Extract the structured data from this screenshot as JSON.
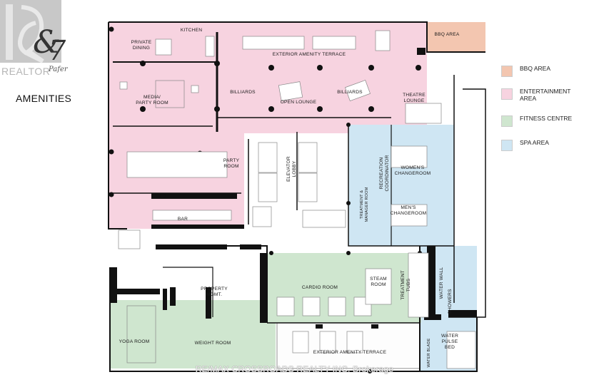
{
  "brand": {
    "realtor_text": "REALTOR",
    "logo_monogram": "&7",
    "logo_script": "Pafer",
    "heading": "AMENITIES"
  },
  "plan": {
    "labels": {
      "kitchen": "KITCHEN",
      "private_dining_1": "PRIVATE",
      "private_dining_2": "DINING",
      "bbq_area": "BBQ AREA",
      "exterior_terrace_top": "EXTERIOR AMENITY TERRACE",
      "media_1": "MEDIA/",
      "media_2": "PARTY ROOM",
      "billiards_left": "BILLIARDS",
      "billiards_right": "BILLIARDS",
      "open_lounge": "OPEN LOUNGE",
      "theatre_1": "THEATRE",
      "theatre_2": "LOUNGE",
      "party_room_1": "PARTY",
      "party_room_2": "ROOM",
      "bar": "BAR",
      "elevator_1": "ELEVATOR",
      "elevator_2": "LOBBY",
      "recreation_1": "RECREATION",
      "recreation_2": "COORDINATOR",
      "treatment_1": "TREATMENT &",
      "treatment_2": "MANAGER ROOM",
      "womens_1": "WOMEN'S",
      "womens_2": "CHANGEROOM",
      "mens_1": "MEN'S",
      "mens_2": "CHANGEROOM",
      "property_1": "PROPERTY",
      "property_2": "MGMT.",
      "cardio_room": "CARDIO ROOM",
      "steam_1": "STEAM",
      "steam_2": "ROOM",
      "treatment_tubs_1": "TREATMENT",
      "treatment_tubs_2": "TUBS",
      "water_wall": "WATER WALL",
      "showers": "SHOWERS",
      "yoga_room": "YOGA ROOM",
      "weight_room": "WEIGHT ROOM",
      "exterior_terrace_bottom": "EXTERIOR AMENITY TERRACE",
      "water_blade": "WATER BLADE",
      "water_pulse_1": "WATER",
      "water_pulse_2": "PULSE",
      "water_pulse_3": "BED"
    }
  },
  "legend": [
    {
      "label": "BBQ AREA",
      "color": "#f3c6b0"
    },
    {
      "label": "ENTERTAINMENT AREA",
      "color": "#f7d3e0"
    },
    {
      "label": "FITNESS CENTRE",
      "color": "#cfe6cf"
    },
    {
      "label": "SPA AREA",
      "color": "#cfe6f3"
    }
  ],
  "watermark": "RE/MAX CROSSROADS REALTY INC. Brokerage"
}
